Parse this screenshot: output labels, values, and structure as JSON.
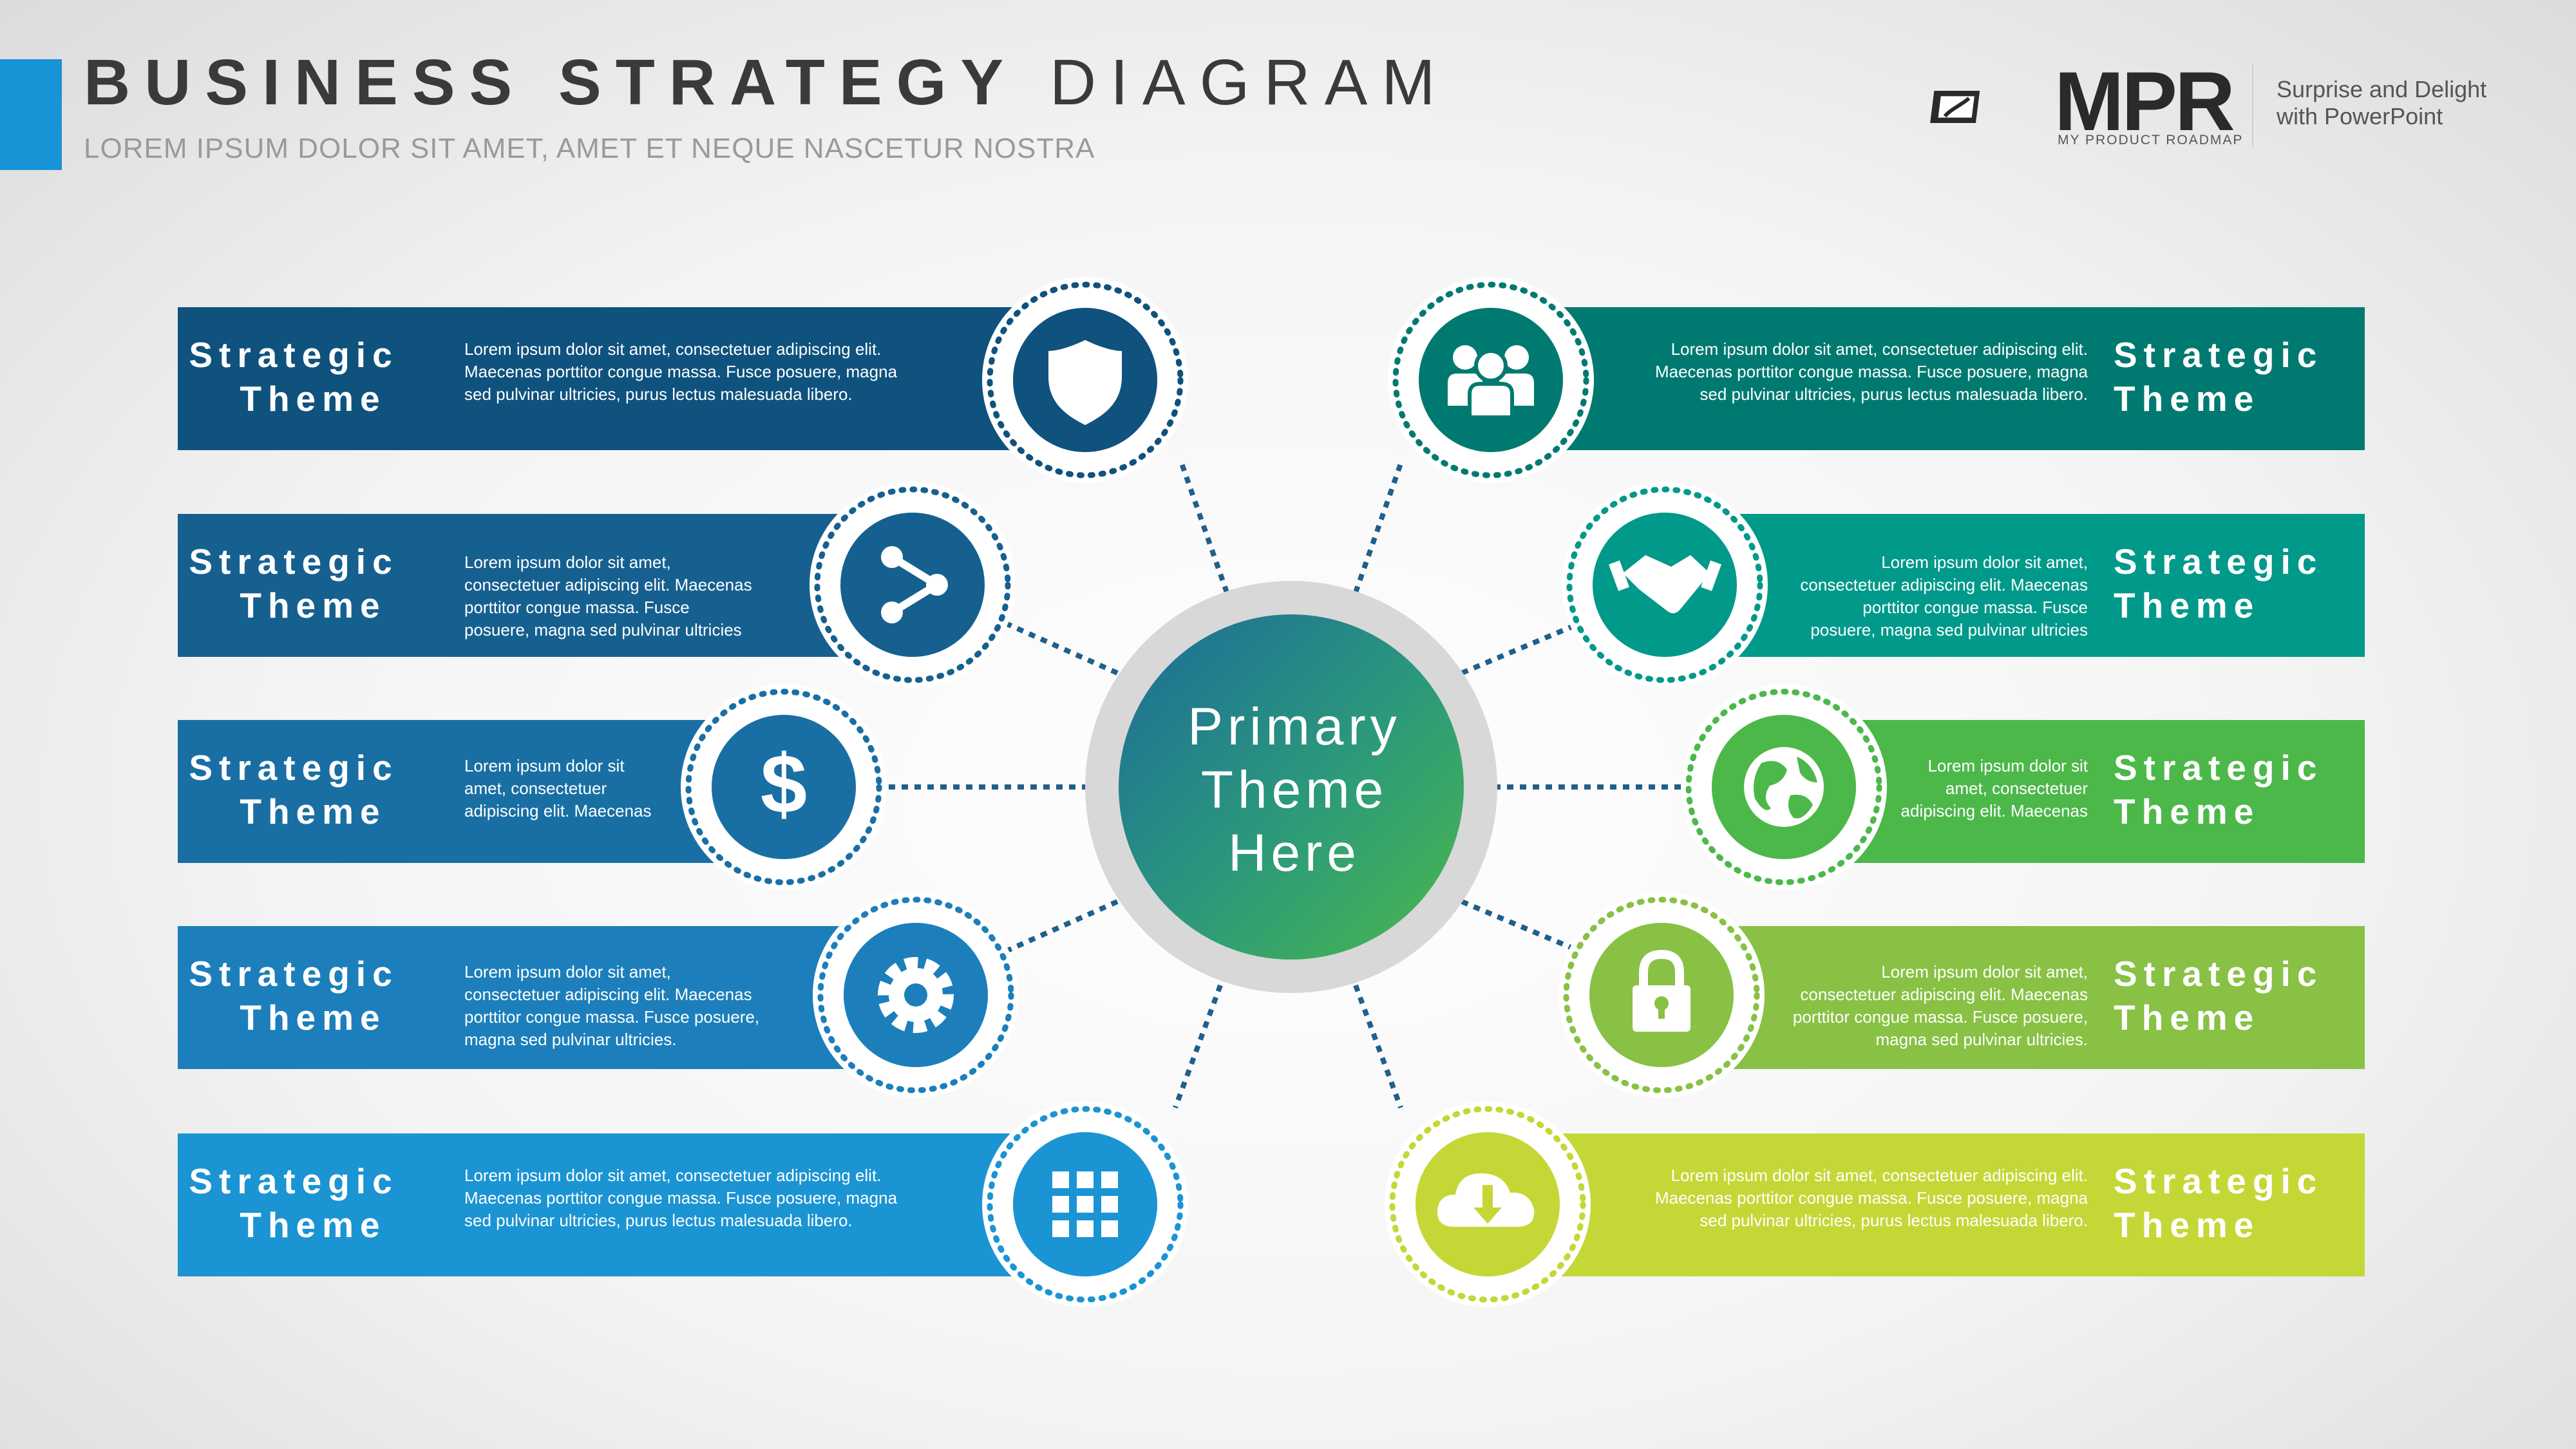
{
  "header": {
    "title_bold": "BUSINESS STRATEGY",
    "title_light": "DIAGRAM",
    "subtitle": "LOREM IPSUM DOLOR SIT AMET, AMET ET NEQUE NASCETUR NOSTRA"
  },
  "logo": {
    "name": "MPR",
    "subname": "MY PRODUCT ROADMAP",
    "tagline_line1": "Surprise and Delight",
    "tagline_line2": "with PowerPoint"
  },
  "center": {
    "line1": "Primary",
    "line2": "Theme",
    "line3": "Here"
  },
  "colors": {
    "left_1": "#0f527e",
    "left_2": "#166090",
    "left_3": "#196fa4",
    "left_4": "#1c7fbb",
    "left_5": "#1b94d3",
    "right_1": "#007a70",
    "right_2": "#00998a",
    "right_3": "#4cb84a",
    "right_4": "#88c144",
    "right_5": "#c5d736",
    "accent": "#1893d6"
  },
  "themes": {
    "left": [
      {
        "label_line1": "Strategic",
        "label_line2": "Theme",
        "icon": "shield-icon",
        "desc": [
          "Lorem ipsum dolor sit amet, consectetuer adipiscing elit.",
          "Maecenas porttitor congue massa. Fusce posuere, magna",
          "sed pulvinar ultricies, purus lectus malesuada libero."
        ]
      },
      {
        "label_line1": "Strategic",
        "label_line2": "Theme",
        "icon": "share-icon",
        "desc": [
          "Lorem ipsum dolor sit amet,",
          "consectetuer adipiscing elit. Maecenas",
          "porttitor congue massa. Fusce",
          "posuere, magna sed pulvinar ultricies"
        ]
      },
      {
        "label_line1": "Strategic",
        "label_line2": "Theme",
        "icon": "dollar-icon",
        "desc": [
          "Lorem ipsum dolor sit",
          "amet, consectetuer",
          "adipiscing elit. Maecenas"
        ]
      },
      {
        "label_line1": "Strategic",
        "label_line2": "Theme",
        "icon": "gear-icon",
        "desc": [
          "Lorem ipsum dolor sit amet,",
          "consectetuer adipiscing elit. Maecenas",
          "porttitor congue massa. Fusce posuere,",
          "magna sed pulvinar ultricies."
        ]
      },
      {
        "label_line1": "Strategic",
        "label_line2": "Theme",
        "icon": "grid-icon",
        "desc": [
          "Lorem ipsum dolor sit amet, consectetuer adipiscing elit.",
          "Maecenas porttitor congue massa. Fusce posuere, magna",
          "sed pulvinar ultricies, purus lectus malesuada libero."
        ]
      }
    ],
    "right": [
      {
        "label_line1": "Strategic",
        "label_line2": "Theme",
        "icon": "people-icon",
        "desc": [
          "Lorem ipsum dolor sit amet, consectetuer adipiscing elit.",
          "Maecenas porttitor congue massa. Fusce posuere, magna",
          "sed pulvinar ultricies, purus lectus malesuada libero."
        ]
      },
      {
        "label_line1": "Strategic",
        "label_line2": "Theme",
        "icon": "handshake-icon",
        "desc": [
          "Lorem ipsum dolor sit amet,",
          "consectetuer adipiscing elit. Maecenas",
          "porttitor congue massa. Fusce",
          "posuere, magna sed pulvinar ultricies"
        ]
      },
      {
        "label_line1": "Strategic",
        "label_line2": "Theme",
        "icon": "globe-icon",
        "desc": [
          "Lorem ipsum dolor sit",
          "amet, consectetuer",
          "adipiscing elit. Maecenas"
        ]
      },
      {
        "label_line1": "Strategic",
        "label_line2": "Theme",
        "icon": "lock-icon",
        "desc": [
          "Lorem ipsum dolor sit amet,",
          "consectetuer adipiscing elit. Maecenas",
          "porttitor congue massa. Fusce posuere,",
          "magna sed pulvinar ultricies."
        ]
      },
      {
        "label_line1": "Strategic",
        "label_line2": "Theme",
        "icon": "cloud-download-icon",
        "desc": [
          "Lorem ipsum dolor sit amet, consectetuer adipiscing elit.",
          "Maecenas porttitor congue massa. Fusce posuere, magna",
          "sed pulvinar ultricies, purus lectus malesuada libero."
        ]
      }
    ]
  }
}
